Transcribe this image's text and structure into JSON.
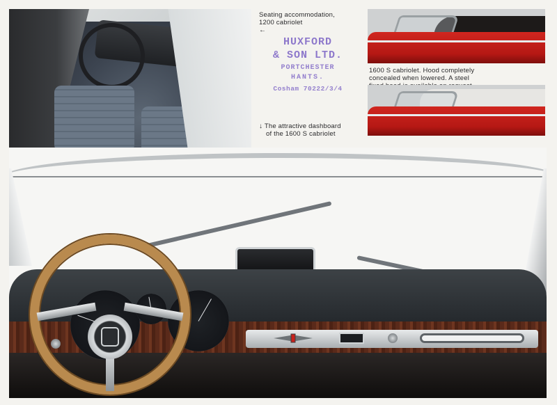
{
  "captions": {
    "seating": [
      "Seating accommodation,",
      "1200 cabriolet"
    ],
    "seating_arrow": "←",
    "hood": [
      "1600 S cabriolet. Hood completely",
      "concealed when lowered. A steel",
      "fixed head is available on request."
    ],
    "dashboard": [
      "The attractive dashboard",
      "of the 1600 S cabriolet"
    ],
    "dashboard_arrow": "↓"
  },
  "stamp": {
    "line1": "HUXFORD",
    "line2": "& SON LTD.",
    "line3": "PORTCHESTER",
    "line4": "HANTS.",
    "line5": "Cosham 70222/3/4",
    "color": "#7c63c5"
  },
  "colors": {
    "car_red": "#c8211b",
    "wood": "#5a2a1a",
    "steering_wheel": "#b98a4e",
    "page_background": "#f4f3ef"
  },
  "icons": {
    "wheel_hub_badge": "fiat-badge-icon",
    "dash_emblem": "winged-badge-icon",
    "left_arrow": "arrow-left-icon",
    "down_arrow": "arrow-down-icon"
  }
}
